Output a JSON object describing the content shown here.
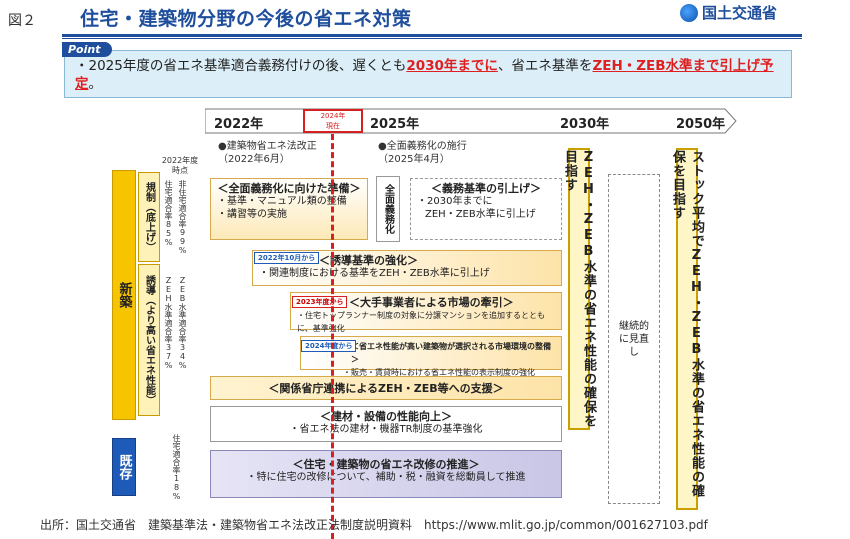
{
  "header": {
    "figure_label": "図２",
    "title": "住宅・建築物分野の今後の省エネ対策",
    "logo_text": "国土交通省"
  },
  "point": {
    "tag": "Point",
    "bullet": "・",
    "text_a": "2025年度の省エネ基準適合義務付けの後、遅くとも",
    "text_hl1": "2030年までに",
    "text_b": "、省エネ基準を",
    "text_hl2": "ZEH・ZEB水準まで引上げ予定",
    "text_c": "。"
  },
  "timeline": {
    "y2022": "2022年",
    "y2025": "2025年",
    "y2030": "2030年",
    "y2050": "2050年",
    "now_line1": "2024年",
    "now_line2": "現在"
  },
  "notes": {
    "law_revision_1": "●建築物省エネ法改正",
    "law_revision_2": "（2022年6月）",
    "mandate_1": "●全面義務化の施行",
    "mandate_2": "（2025年4月）",
    "as_of": "2022年度時点",
    "stat_col1": "住宅適合率85%",
    "stat_col2": "非住宅適合率99%",
    "stat_col3": "ZEH水準適合率37%",
    "stat_col4": "ZEB水準適合率34%",
    "stat_col5": "住宅適合率18%"
  },
  "side": {
    "new_build": "新築",
    "existing": "既存",
    "regulation": "規制（底上げ）",
    "induction": "誘導（より高い省エネ性能）"
  },
  "boxes": {
    "b1_h": "＜全面義務化に向けた準備＞",
    "b1_l1": "・基準・マニュアル類の整備",
    "b1_l2": "・講習等の実施",
    "mandate_v": "全面義務化",
    "b2_h": "＜義務基準の引上げ＞",
    "b2_l1": "・2030年までに",
    "b2_l2": "ZEH・ZEB水準に引上げ",
    "b3_tag": "2022年10月から",
    "b3_h": "＜誘導基準の強化＞",
    "b3_l1": "・関連制度における基準をZEH・ZEB水準に引上げ",
    "b4_tag": "2023年度から",
    "b4_h": "＜大手事業者による市場の牽引＞",
    "b4_l1": "・住宅トップランナー制度の対象に分譲マンションを追加するとともに、基準強化",
    "b5_tag": "2024年度から",
    "b5_h": "＜省エネ性能が高い建築物が選択される市場環境の整備＞",
    "b5_l1": "・販売・賃貸時における省エネ性能の表示制度の強化",
    "b6_h": "＜関係省庁連携によるZEH・ZEB等への支援＞",
    "b7_h": "＜建材・設備の性能向上＞",
    "b7_l1": "・省エネ法の建材・機器TR制度の基準強化",
    "b8_h": "＜住宅・建築物の省エネ改修の推進＞",
    "b8_l1": "・特に住宅の改修について、補助・税・融資を総動員して推進"
  },
  "columns": {
    "col2030": "ZEH・ZEB水準の省エネ性能の確保を目指す",
    "review": "継続的に見直し",
    "col2050": "ストック平均でZEH・ZEB水準の省エネ性能の確保を目指す"
  },
  "footer": {
    "source": "出所：国土交通省　建築基準法・建築物省エネ法改正法制度説明資料　https://www.mlit.go.jp/common/001627103.pdf"
  },
  "colors": {
    "accent_blue": "#1f4e9c",
    "highlight_red": "#e02020",
    "yellow": "#f7c400",
    "light_blue": "#dceff8"
  }
}
